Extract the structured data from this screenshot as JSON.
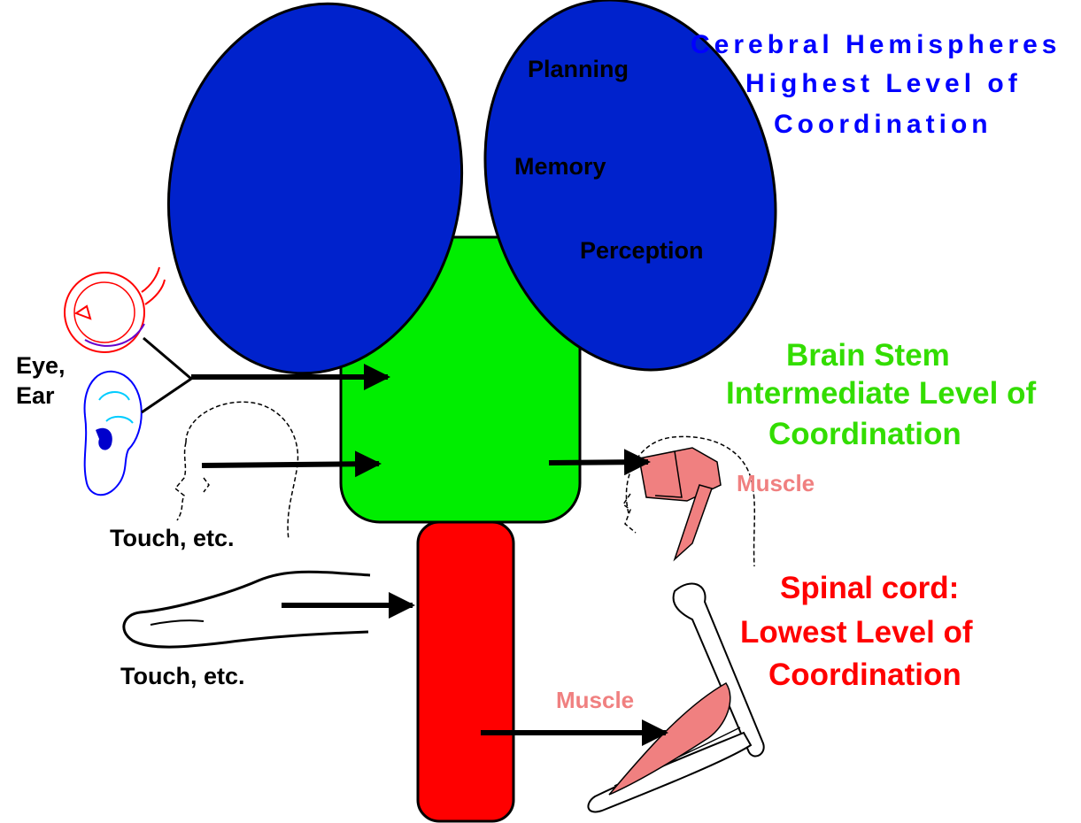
{
  "cerebral": {
    "title": "Cerebral Hemispheres",
    "line2": "Highest Level of",
    "line3": "Coordination",
    "functions": [
      "Planning",
      "Memory",
      "Perception"
    ],
    "color": "#0000ff",
    "fill": "#0022cc"
  },
  "brainstem": {
    "line1": "Brain Stem",
    "line2": "Intermediate Level of",
    "line3": "Coordination",
    "color": "#33dd00",
    "fill": "#00ee00"
  },
  "spinal": {
    "line1": "Spinal cord:",
    "line2": "Lowest Level of",
    "line3": "Coordination",
    "color": "#ff0000",
    "fill": "#ff0000"
  },
  "inputs": {
    "eye_ear": [
      "Eye,",
      "Ear"
    ],
    "touch_head": "Touch, etc.",
    "touch_hand": "Touch, etc."
  },
  "muscles": {
    "head": "Muscle",
    "arm": "Muscle",
    "color": "#f08080"
  },
  "icons": [
    "eye-icon",
    "ear-icon",
    "head-outline-icon",
    "hand-outline-icon",
    "head-muscle-icon",
    "arm-muscle-icon"
  ]
}
